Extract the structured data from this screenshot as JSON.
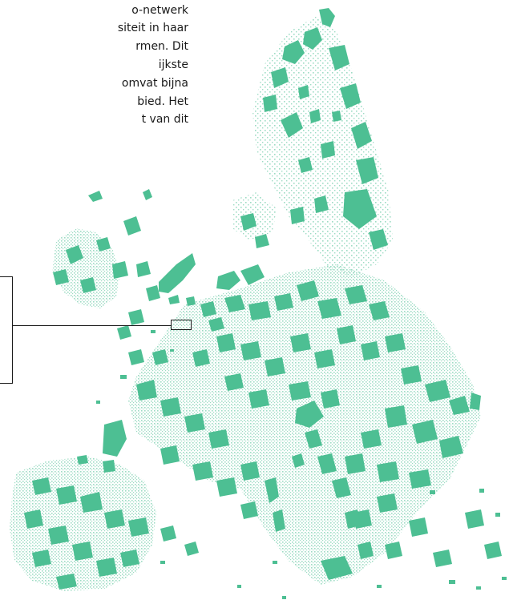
{
  "intro_lines": [
    "o-netwerk",
    "siteit in haar",
    "rmen. Dit",
    "ijkste",
    "omvat bijna",
    "bied. Het",
    "t van dit"
  ],
  "colors": {
    "habitat": "#4dbf93",
    "text": "#1a1a1a",
    "background": "#ffffff"
  }
}
